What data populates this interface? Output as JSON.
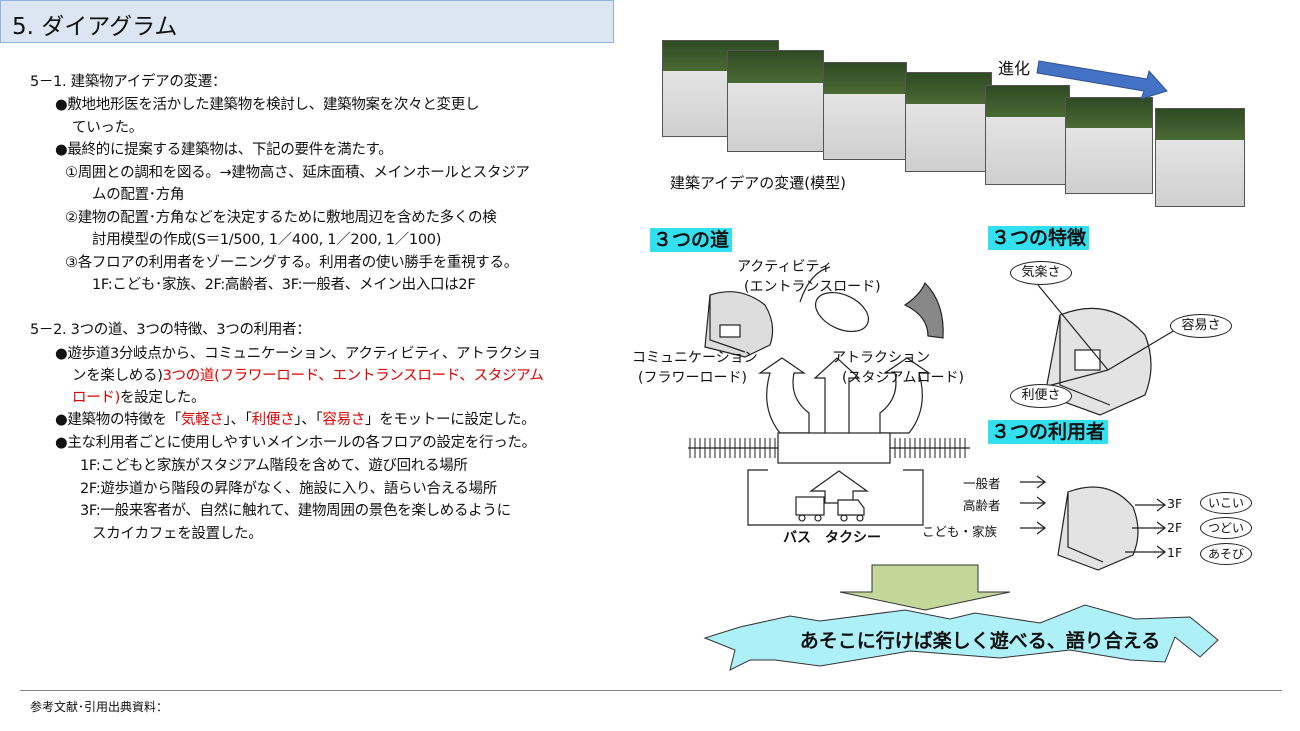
{
  "title": "5. ダイアグラム",
  "left_lines": [
    [
      {
        "t": "5－1. 建築物アイデアの変遷："
      }
    ],
    [
      {
        "t": "●敷地地形医を活かした建築物を検討し、建築物案を次々と変更し"
      }
    ],
    [
      {
        "t": "ていった。"
      }
    ],
    [
      {
        "t": "●最終的に提案する建築物は、下記の要件を満たす。"
      }
    ],
    [
      {
        "t": "①周囲との調和を図る。→建物高さ、延床面積、メインホールとスタジア"
      }
    ],
    [
      {
        "t": "ムの配置･方角"
      }
    ],
    [
      {
        "t": "②建物の配置･方角などを決定するために敷地周辺を含めた多くの検"
      }
    ],
    [
      {
        "t": "討用模型の作成(S＝1/500, 1／400, 1／200, 1／100)"
      }
    ],
    [
      {
        "t": "③各フロアの利用者をゾーニングする。利用者の使い勝手を重視する。"
      }
    ],
    [
      {
        "t": "1F:こども･家族、2F:高齢者、3F:一般者、メイン出入口は2F"
      }
    ],
    [
      {
        "t": "5－2. 3つの道、3つの特徴、3つの利用者："
      }
    ],
    [
      {
        "t": "●遊歩道3分岐点から、コミュニケーション、アクティビティ、アトラクショ"
      }
    ],
    [
      {
        "t": "ンを楽しめる)"
      },
      {
        "t": "3つの道(フラワーロード、エントランスロード、スタジアム",
        "red": true
      }
    ],
    [
      {
        "t": "ロード)",
        "red": true
      },
      {
        "t": "を設定した。"
      }
    ],
    [
      {
        "t": "●建築物の特徴を「"
      },
      {
        "t": "気軽さ",
        "red": true
      },
      {
        "t": "」、「"
      },
      {
        "t": "利便さ",
        "red": true
      },
      {
        "t": "」、「"
      },
      {
        "t": "容易さ",
        "red": true
      },
      {
        "t": "」をモットーに設定した。"
      }
    ],
    [
      {
        "t": "●主な利用者ごとに使用しやすいメインホールの各フロアの設定を行った。"
      }
    ],
    [
      {
        "t": "1F:こどもと家族がスタジアム階段を含めて、遊び回れる場所"
      }
    ],
    [
      {
        "t": "2F:遊歩道から階段の昇降がなく、施設に入り、語らい合える場所"
      }
    ],
    [
      {
        "t": "3F:一般来客者が、自然に触れて、建物周囲の景色を楽しめるように"
      }
    ],
    [
      {
        "t": "スカイカフェを設置した。"
      }
    ]
  ],
  "photos": {
    "evolution_label": "進化",
    "caption": "建築アイデアの変遷(模型)",
    "count": 7
  },
  "diagram": {
    "roads_heading": "３つの道",
    "features_heading": "３つの特徴",
    "users_heading": "３つの利用者",
    "activity": "アクティビティ",
    "activity_road": "(エントランスロード)",
    "communication": "コミュニケーション",
    "communication_road": "(フラワーロード)",
    "attraction": "アトラクション",
    "attraction_road": "(スタジアムロード)",
    "transport": "バス　タクシー",
    "features": [
      "気楽さ",
      "容易さ",
      "利便さ"
    ],
    "users": [
      "一般者",
      "高齢者",
      "こども・家族"
    ],
    "floors": [
      {
        "floor": "3F",
        "name": "いこい"
      },
      {
        "floor": "2F",
        "name": "つどい"
      },
      {
        "floor": "1F",
        "name": "あそび"
      }
    ],
    "banner": "あそこに行けば楽しく遊べる、語り合える"
  },
  "footer": "参考文献･引用出典資料：",
  "colors": {
    "title_bg": "#dce6f2",
    "heading_bg": "#33e0f0",
    "banner": "#aef0f8",
    "down_arrow": "#c4d79b",
    "evolution_arrow": "#4472c4",
    "red": "#e00000"
  }
}
